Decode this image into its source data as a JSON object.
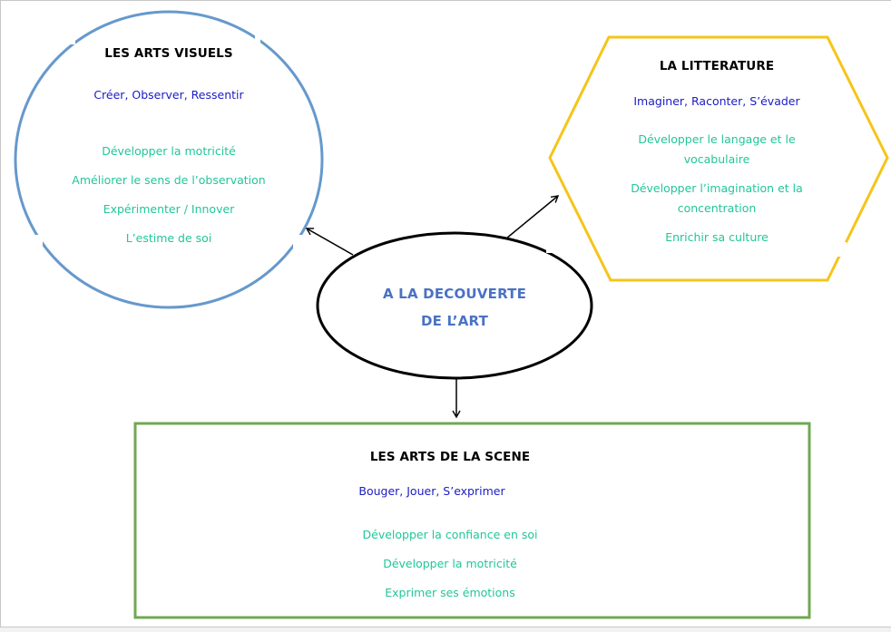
{
  "central": {
    "title_line1": "A LA DECOUVERTE",
    "title_line2": "DE L’ART",
    "color": "#4a72c4"
  },
  "colors": {
    "verbs": "#1b1bc4",
    "goals": "#22c698",
    "visual_arts_border": "#6699cc",
    "literature_border": "#f5c518",
    "performing_arts_border": "#70a852"
  },
  "visual_arts": {
    "title": "LES ARTS VISUELS",
    "verbs": "Créer, Observer, Ressentir",
    "goals": [
      "Développer la motricité",
      "Améliorer le sens de l’observation",
      "Expérimenter / Innover",
      "L’estime de soi"
    ]
  },
  "literature": {
    "title": "LA LITTERATURE",
    "verbs": "Imaginer, Raconter, S’évader",
    "goals": [
      "Développer le langage et le vocabulaire",
      "Développer l’imagination et la concentration",
      "Enrichir sa culture"
    ]
  },
  "performing_arts": {
    "title": "LES ARTS DE LA SCENE",
    "verbs": "Bouger, Jouer, S’exprimer",
    "goals": [
      "Développer la confiance en soi",
      "Développer la motricité",
      "Exprimer ses émotions"
    ]
  }
}
